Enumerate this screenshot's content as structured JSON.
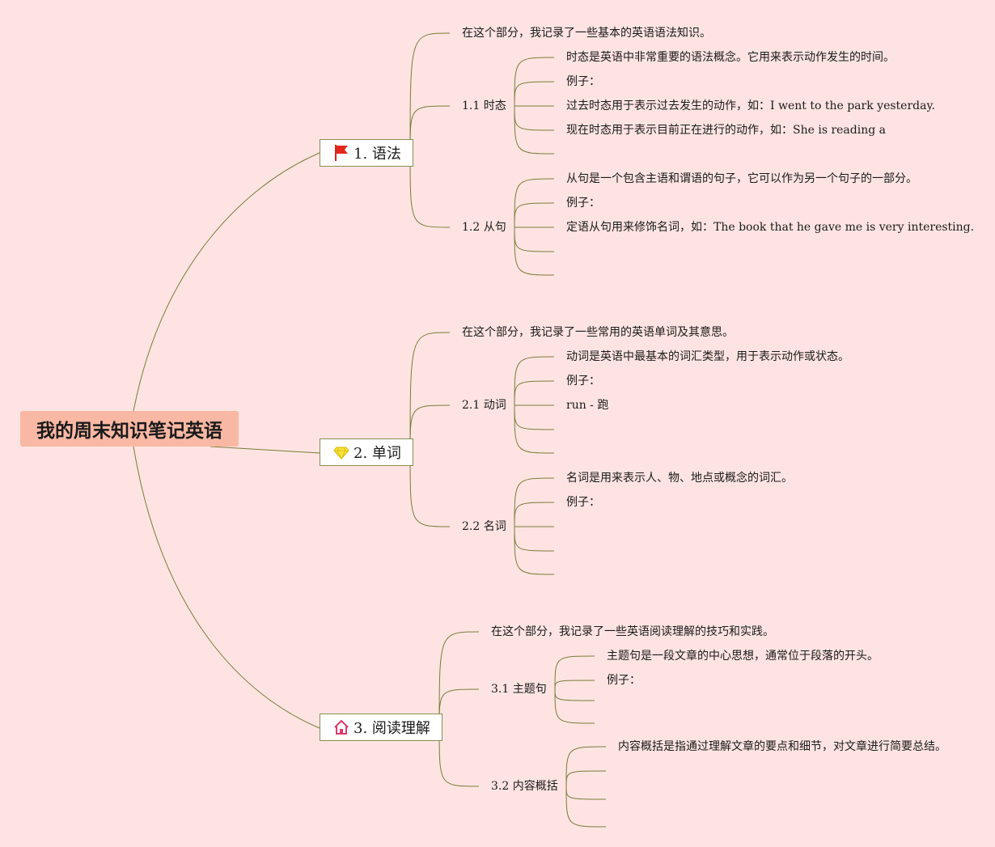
{
  "mindmap": {
    "root": "我的周末知识笔记英语",
    "branches": [
      {
        "label": "1. 语法",
        "icon": "red-flag-icon",
        "intro": "在这个部分，我记录了一些基本的英语语法知识。",
        "subs": [
          {
            "label": "1.1 时态",
            "leaves": [
              "时态是英语中非常重要的语法概念。它用来表示动作发生的时间。",
              "例子：",
              "过去时态用于表示过去发生的动作，如：I went to the park yesterday.",
              "现在时态用于表示目前正在进行的动作，如：She is reading a",
              ""
            ]
          },
          {
            "label": "1.2 从句",
            "leaves": [
              "从句是一个包含主语和谓语的句子，它可以作为另一个句子的一部分。",
              "例子：",
              "定语从句用来修饰名词，如：The book that he gave me is very interesting.",
              "",
              ""
            ]
          }
        ]
      },
      {
        "label": "2. 单词",
        "icon": "diamond-icon",
        "intro": "在这个部分，我记录了一些常用的英语单词及其意思。",
        "subs": [
          {
            "label": "2.1 动词",
            "leaves": [
              "动词是英语中最基本的词汇类型，用于表示动作或状态。",
              "例子：",
              "run - 跑",
              "",
              ""
            ]
          },
          {
            "label": "2.2 名词",
            "leaves": [
              "名词是用来表示人、物、地点或概念的词汇。",
              "例子：",
              "",
              "",
              ""
            ]
          }
        ]
      },
      {
        "label": "3. 阅读理解",
        "icon": "home-icon",
        "intro": "在这个部分，我记录了一些英语阅读理解的技巧和实践。",
        "subs": [
          {
            "label": "3.1 主题句",
            "leaves": [
              "主题句是一段文章的中心思想，通常位于段落的开头。",
              "例子：",
              "",
              ""
            ]
          },
          {
            "label": "3.2 内容概括",
            "leaves": [
              "内容概括是指通过理解文章的要点和细节，对文章进行简要总结。",
              "",
              "",
              ""
            ]
          }
        ]
      }
    ]
  },
  "colors": {
    "background": "#fde4e2",
    "root_fill": "#f9b8a4",
    "line": "#7d7a3a",
    "main_border": "#8a8d55"
  }
}
